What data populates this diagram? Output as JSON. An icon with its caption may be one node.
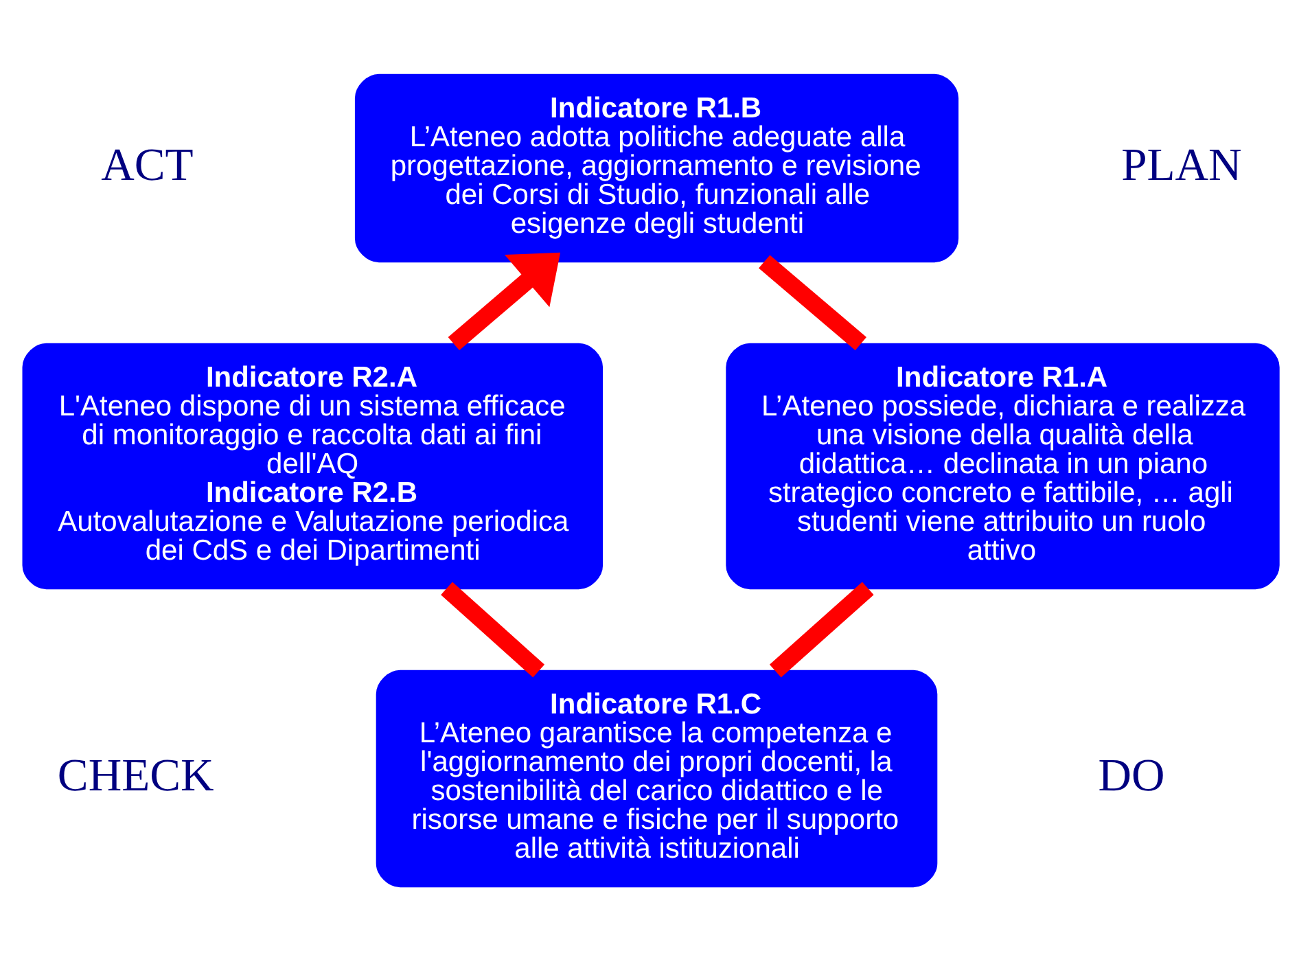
{
  "diagram": {
    "nodes": [
      {
        "text": [
          "Indicatore R1.B",
          "L’Ateneo adotta politiche adeguate alla progettazione, aggiornamento e revisione dei Corsi di Studio, funzionali alle esigenze degli studenti"
        ]
      },
      {
        "text": [
          "Indicatore R2.A",
          "L'Ateneo dispone di un sistema efficace di monitoraggio e raccolta dati ai fini dell'AQ",
          "Indicatore R2.B",
          "Autovalutazione e Valutazione periodica dei CdS e dei Dipartimenti"
        ]
      },
      {
        "text": [
          "Indicatore R1.A",
          "L’Ateneo possiede, dichiara e realizza una visione della qualità della didattica… declinata in un piano strategico concreto e fattibile, … agli studenti viene attribuito un ruolo attivo"
        ]
      },
      {
        "text": [
          "Indicatore R1.C",
          "L’Ateneo garantisce la competenza e l'aggiornamento dei propri docenti, la sostenibilità del carico didattico e le risorse umane e fisiche per il supporto alle attività istituzionali"
        ]
      }
    ],
    "edges": [
      {
        "from": 0,
        "to": 2,
        "arrow": "none"
      },
      {
        "from": 2,
        "to": 3,
        "arrow": "none"
      },
      {
        "from": 3,
        "to": 1,
        "arrow": "none"
      },
      {
        "from": 1,
        "to": 0,
        "arrow": "to"
      }
    ],
    "labels": [
      "ACT",
      "PLAN",
      "CHECK",
      "DO"
    ]
  }
}
